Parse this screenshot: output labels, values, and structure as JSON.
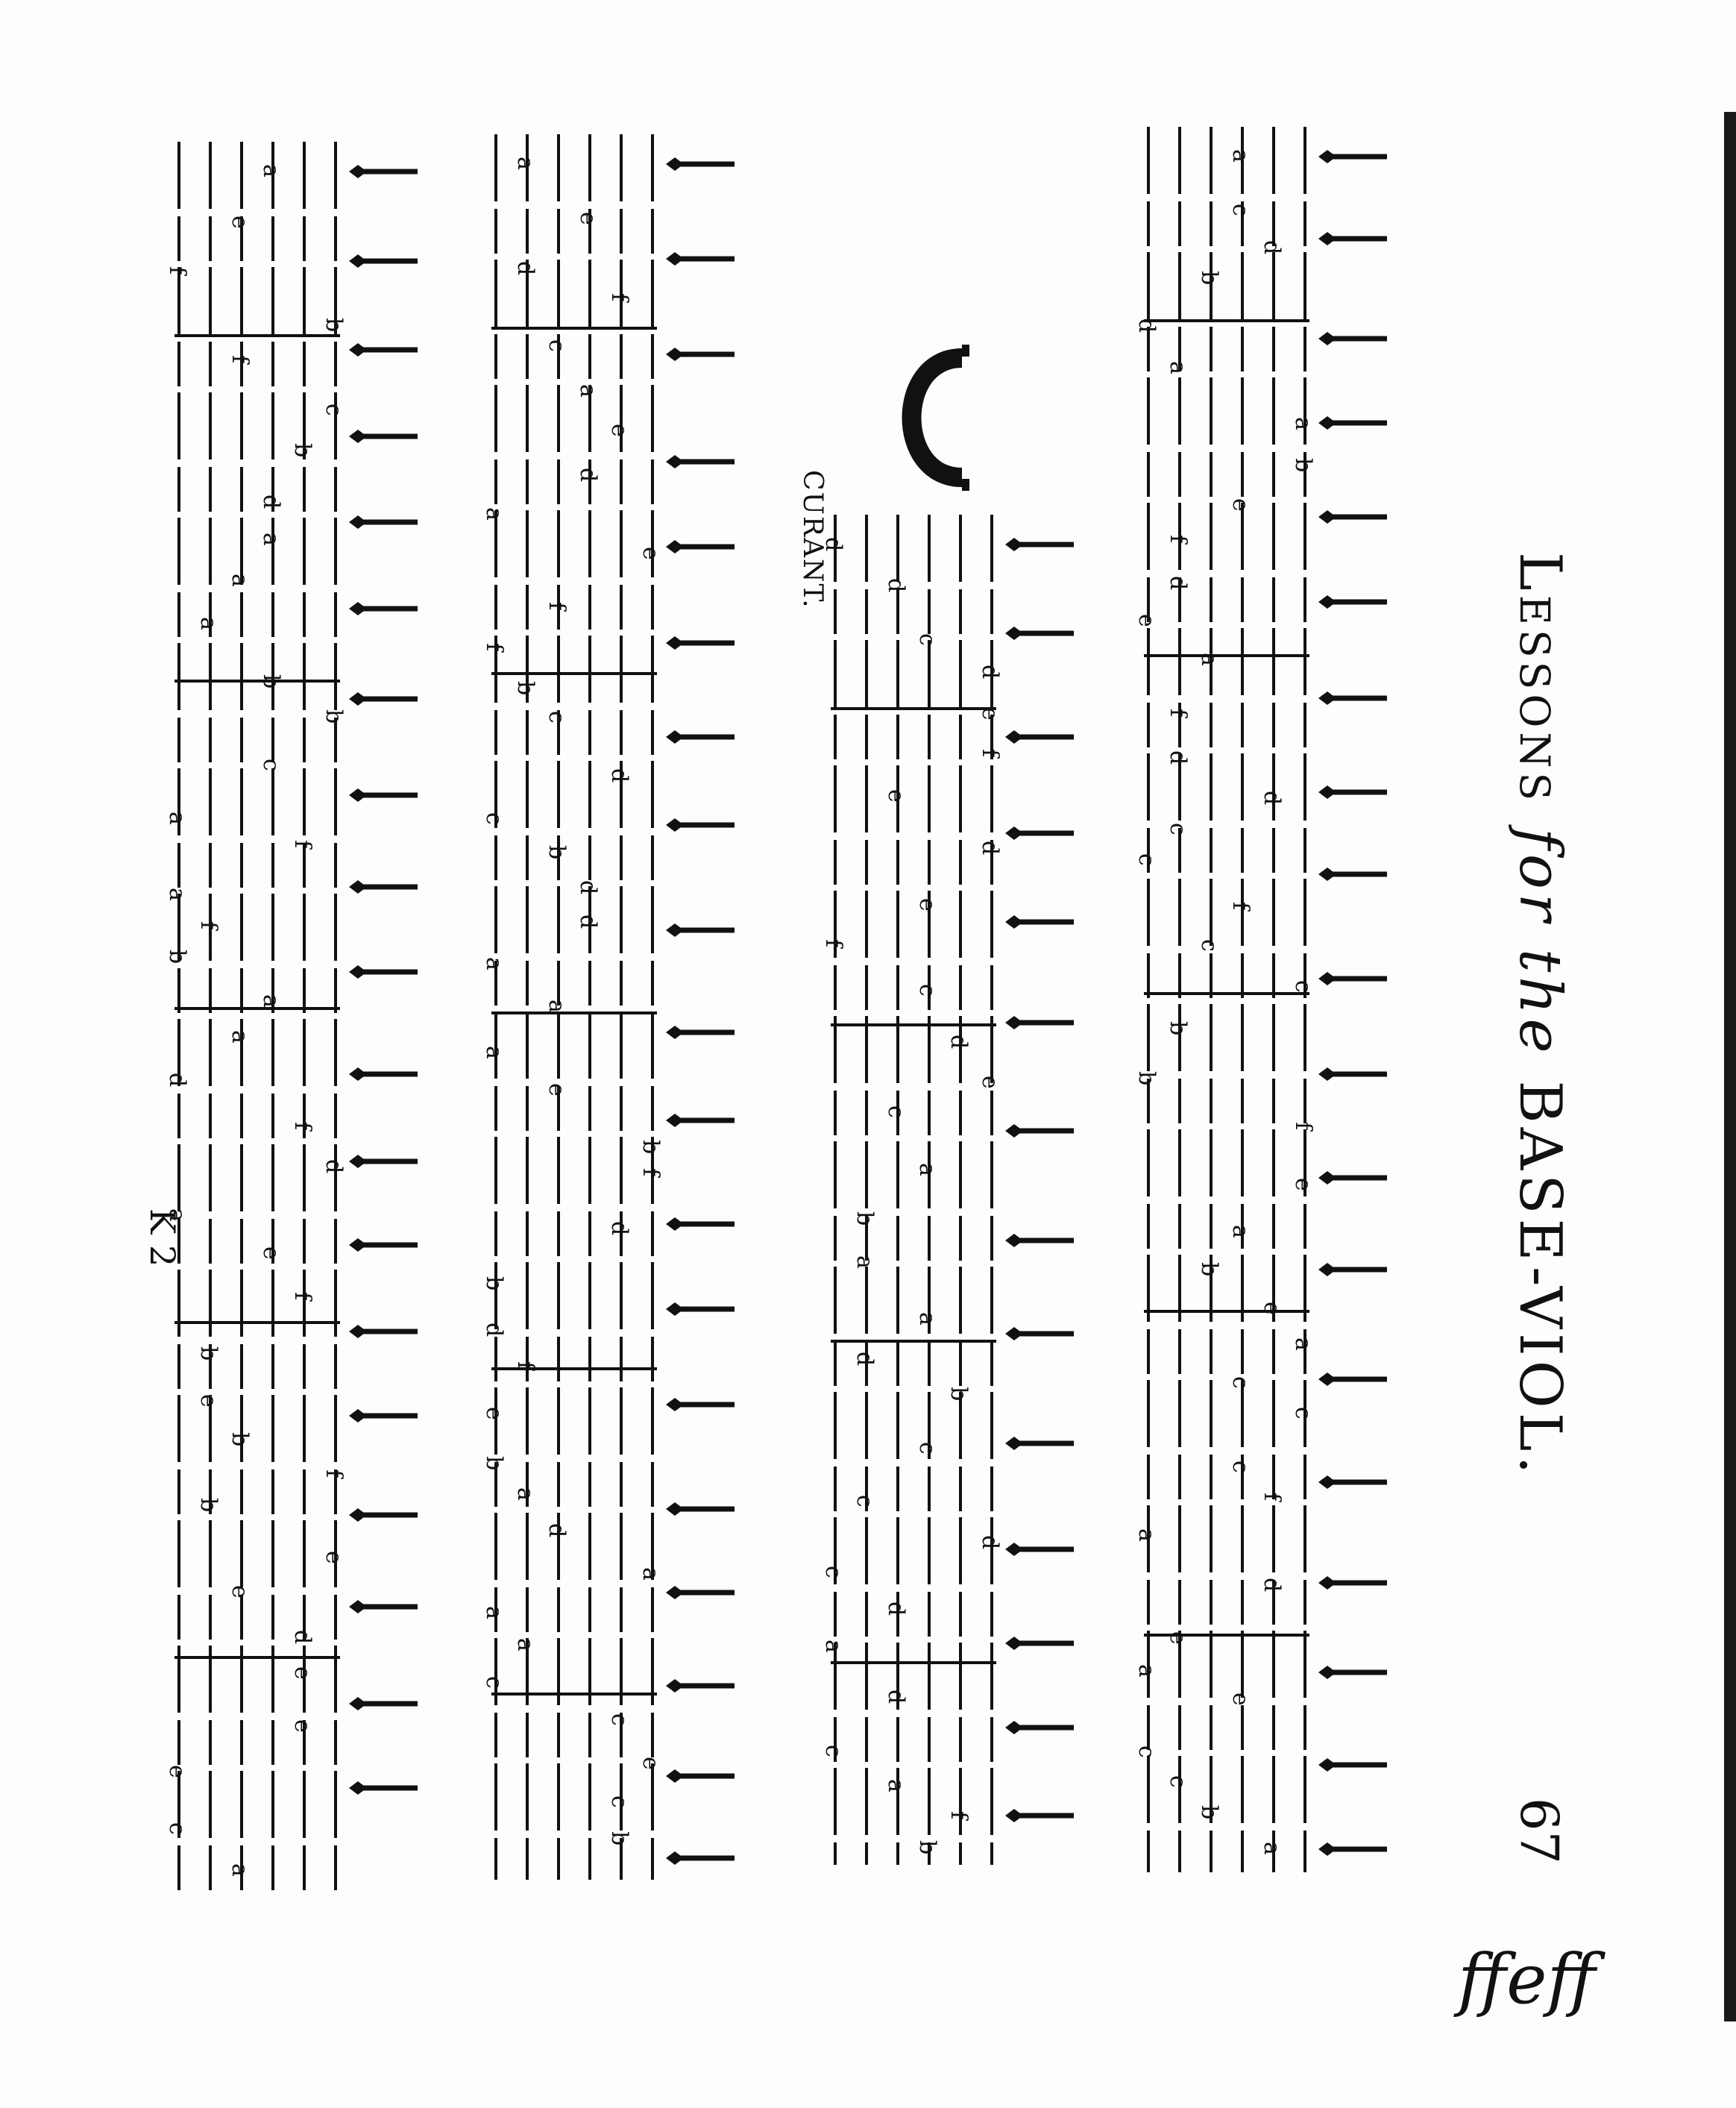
{
  "page": {
    "title_prefix": "Lessons",
    "title_for": "for the",
    "title_main": "BASE-VIOL.",
    "page_number": "67",
    "signature": "K 2",
    "section_heading": "CURANT.",
    "margin_note": "ffeff",
    "ink_color": "#111111",
    "paper_color": "#fdfdfb"
  }
}
